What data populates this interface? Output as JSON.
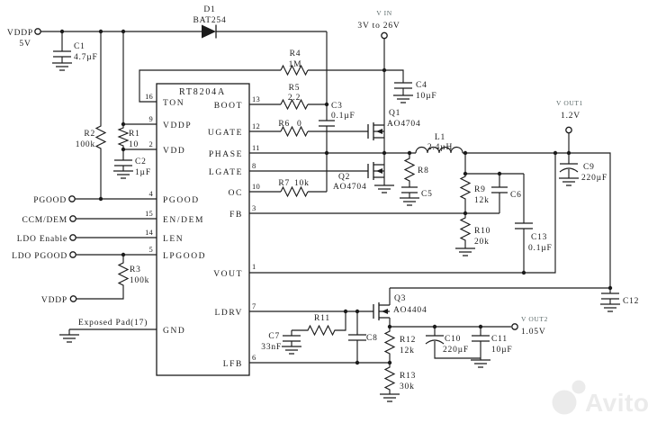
{
  "ic": {
    "name": "RT8204A",
    "left": [
      {
        "n": "16",
        "t": "TON"
      },
      {
        "n": "9",
        "t": "VDDP"
      },
      {
        "n": "2",
        "t": "VDD"
      },
      {
        "n": "4",
        "t": "PGOOD"
      },
      {
        "n": "15",
        "t": "EN/DEM"
      },
      {
        "n": "14",
        "t": "LEN"
      },
      {
        "n": "5",
        "t": "LPGOOD"
      },
      {
        "n": "",
        "t": "GND"
      }
    ],
    "right": [
      {
        "n": "13",
        "t": "BOOT"
      },
      {
        "n": "12",
        "t": "UGATE"
      },
      {
        "n": "11",
        "t": "PHASE"
      },
      {
        "n": "8",
        "t": "LGATE"
      },
      {
        "n": "10",
        "t": "OC"
      },
      {
        "n": "3",
        "t": "FB"
      },
      {
        "n": "1",
        "t": "VOUT"
      },
      {
        "n": "7",
        "t": "LDRV"
      },
      {
        "n": "6",
        "t": "LFB"
      }
    ]
  },
  "term": {
    "vddp_top": {
      "label": "VDDP",
      "value": "5V"
    },
    "vin": {
      "label": "V IN",
      "value": "3V to 26V"
    },
    "vout1": {
      "label": "V OUT1",
      "value": "1.2V"
    },
    "vout2": {
      "label": "V OUT2",
      "value": "1.05V"
    },
    "pgood": {
      "label": "PGOOD"
    },
    "ccm": {
      "label": "CCM/DEM"
    },
    "ldo_en": {
      "label": "LDO Enable"
    },
    "ldo_pg": {
      "label": "LDO PGOOD"
    },
    "vddp_bot": {
      "label": "VDDP"
    },
    "exposed": {
      "label": "Exposed Pad(17)"
    }
  },
  "comp": {
    "d1": {
      "r": "D1",
      "v": "BAT254"
    },
    "c1": {
      "r": "C1",
      "v": "4.7µF"
    },
    "r1": {
      "r": "R1",
      "v": "10"
    },
    "r2": {
      "r": "R2",
      "v": "100k"
    },
    "c2": {
      "r": "C2",
      "v": "1µF"
    },
    "r3": {
      "r": "R3",
      "v": "100k"
    },
    "r4": {
      "r": "R4",
      "v": "1M"
    },
    "r5": {
      "r": "R5",
      "v": "2.2"
    },
    "r6": {
      "r": "R6",
      "v": "0"
    },
    "r7": {
      "r": "R7",
      "v": "10k"
    },
    "c3": {
      "r": "C3",
      "v": "0.1µF"
    },
    "c4": {
      "r": "C4",
      "v": "10µF"
    },
    "q1": {
      "r": "Q1",
      "v": "AO4704"
    },
    "q2": {
      "r": "Q2",
      "v": "AO4704"
    },
    "q3": {
      "r": "Q3",
      "v": "AO4404"
    },
    "l1": {
      "r": "L1",
      "v": "2.4µH"
    },
    "r8": {
      "r": "R8"
    },
    "c5": {
      "r": "C5"
    },
    "r9": {
      "r": "R9",
      "v": "12k"
    },
    "c6": {
      "r": "C6"
    },
    "r10": {
      "r": "R10",
      "v": "20k"
    },
    "c13": {
      "r": "C13",
      "v": "0.1µF"
    },
    "c9": {
      "r": "C9",
      "v": "220µF"
    },
    "c12": {
      "r": "C12"
    },
    "r11": {
      "r": "R11"
    },
    "c7": {
      "r": "C7",
      "v": "33nF"
    },
    "c8": {
      "r": "C8"
    },
    "r12": {
      "r": "R12",
      "v": "12k"
    },
    "r13": {
      "r": "R13",
      "v": "30k"
    },
    "c10": {
      "r": "C10",
      "v": "220µF"
    },
    "c11": {
      "r": "C11",
      "v": "10µF"
    }
  },
  "watermark": {
    "text": "Avito"
  }
}
